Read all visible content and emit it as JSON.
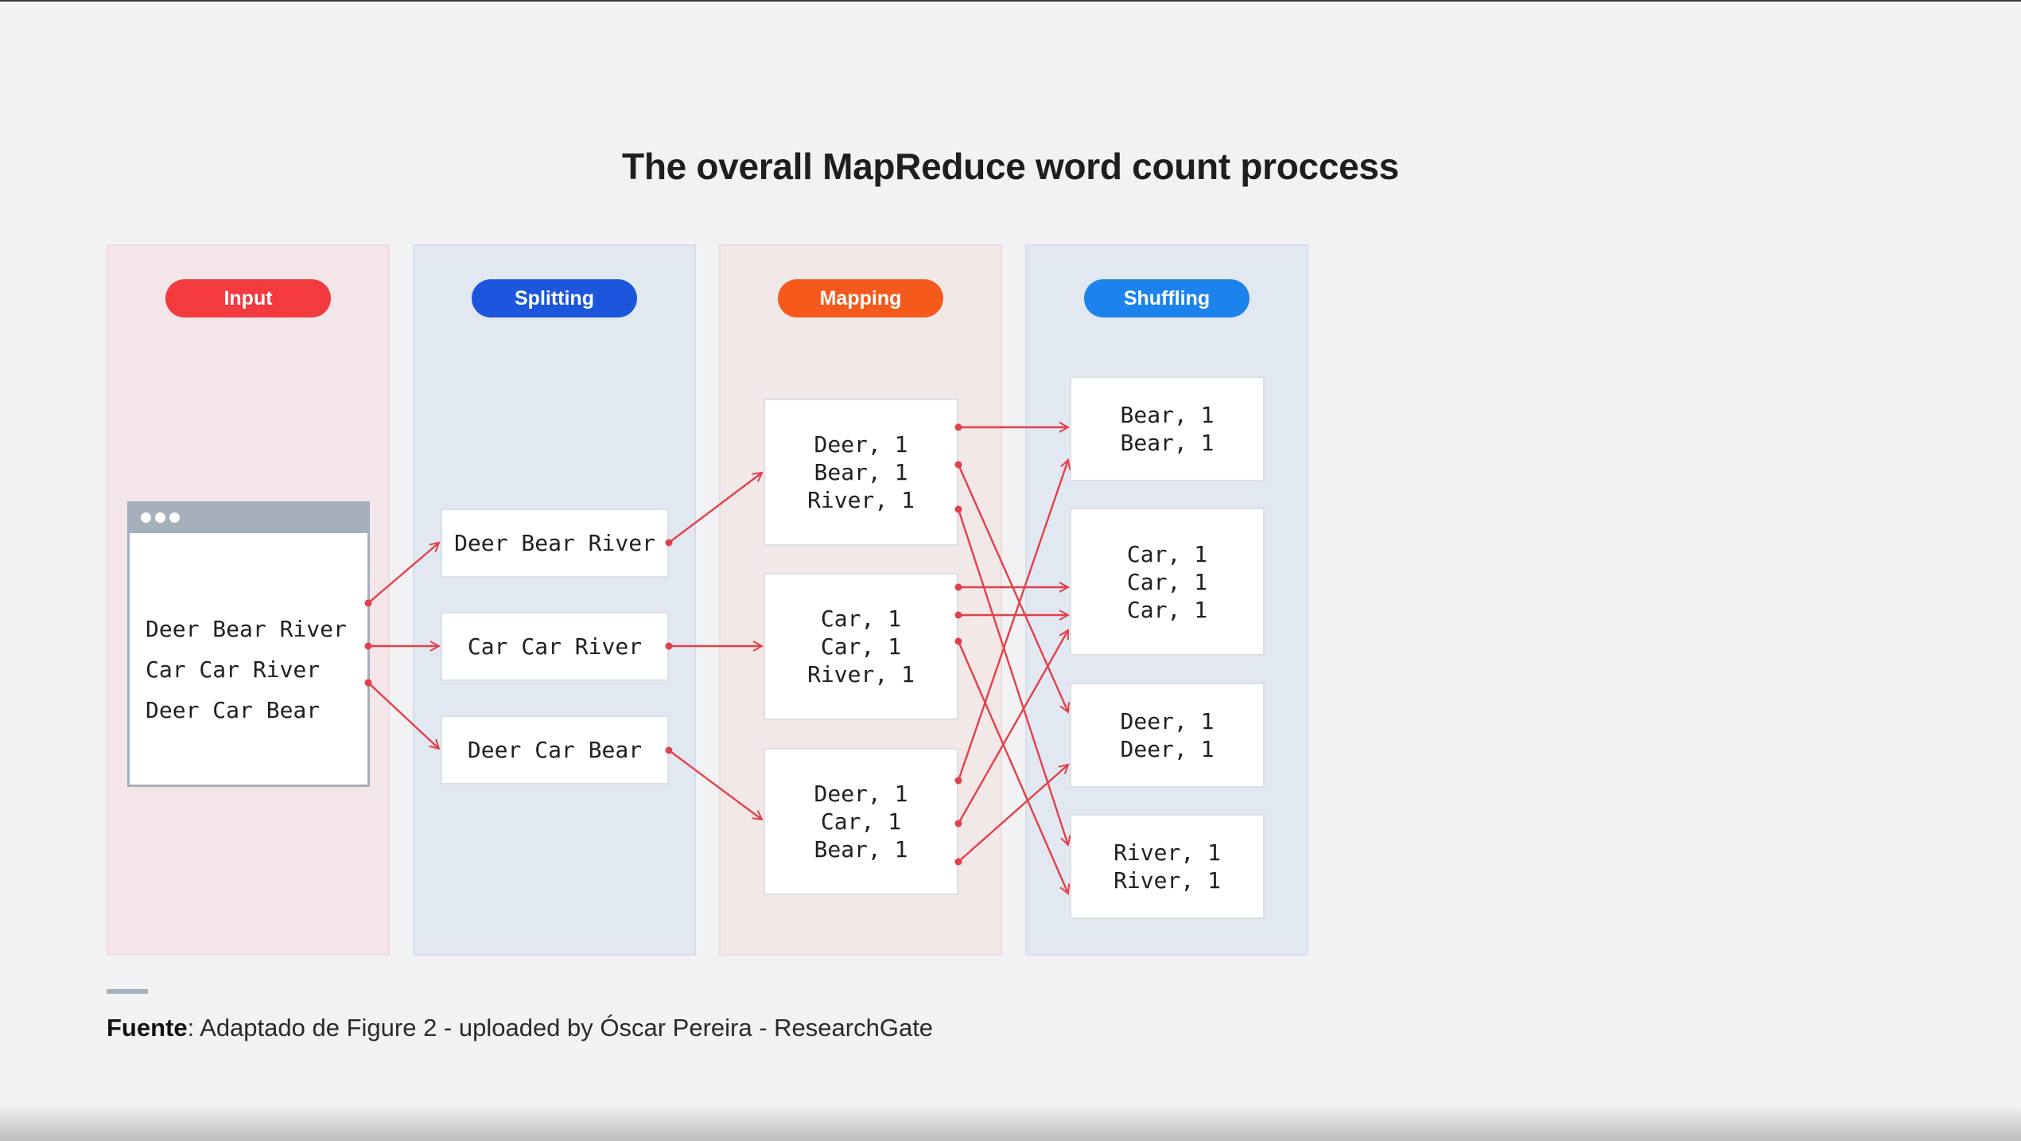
{
  "title": "The overall MapReduce word count proccess",
  "stages": {
    "input": "Input",
    "splitting": "Splitting",
    "mapping": "Mapping",
    "shuffling": "Shuffling"
  },
  "colors": {
    "input": "#f23a3f",
    "splitting": "#1c56dc",
    "mapping": "#f55a1c",
    "shuffling": "#1c83ec",
    "arrow": "#e2404a"
  },
  "input_lines": [
    "Deer Bear River",
    "Car Car River",
    "Deer Car Bear"
  ],
  "splits": [
    "Deer Bear River",
    "Car Car River",
    "Deer Car Bear"
  ],
  "mapped": [
    [
      "Deer, 1",
      "Bear, 1",
      "River, 1"
    ],
    [
      "Car, 1",
      "Car, 1",
      "River, 1"
    ],
    [
      "Deer, 1",
      "Car, 1",
      "Bear, 1"
    ]
  ],
  "shuffled": [
    [
      "Bear, 1",
      "Bear, 1"
    ],
    [
      "Car, 1",
      "Car, 1",
      "Car, 1"
    ],
    [
      "Deer, 1",
      "Deer, 1"
    ],
    [
      "River, 1",
      "River, 1"
    ]
  ],
  "source": {
    "label": "Fuente",
    "text": ": Adaptado de Figure 2 - uploaded by Óscar Pereira - ResearchGate"
  }
}
